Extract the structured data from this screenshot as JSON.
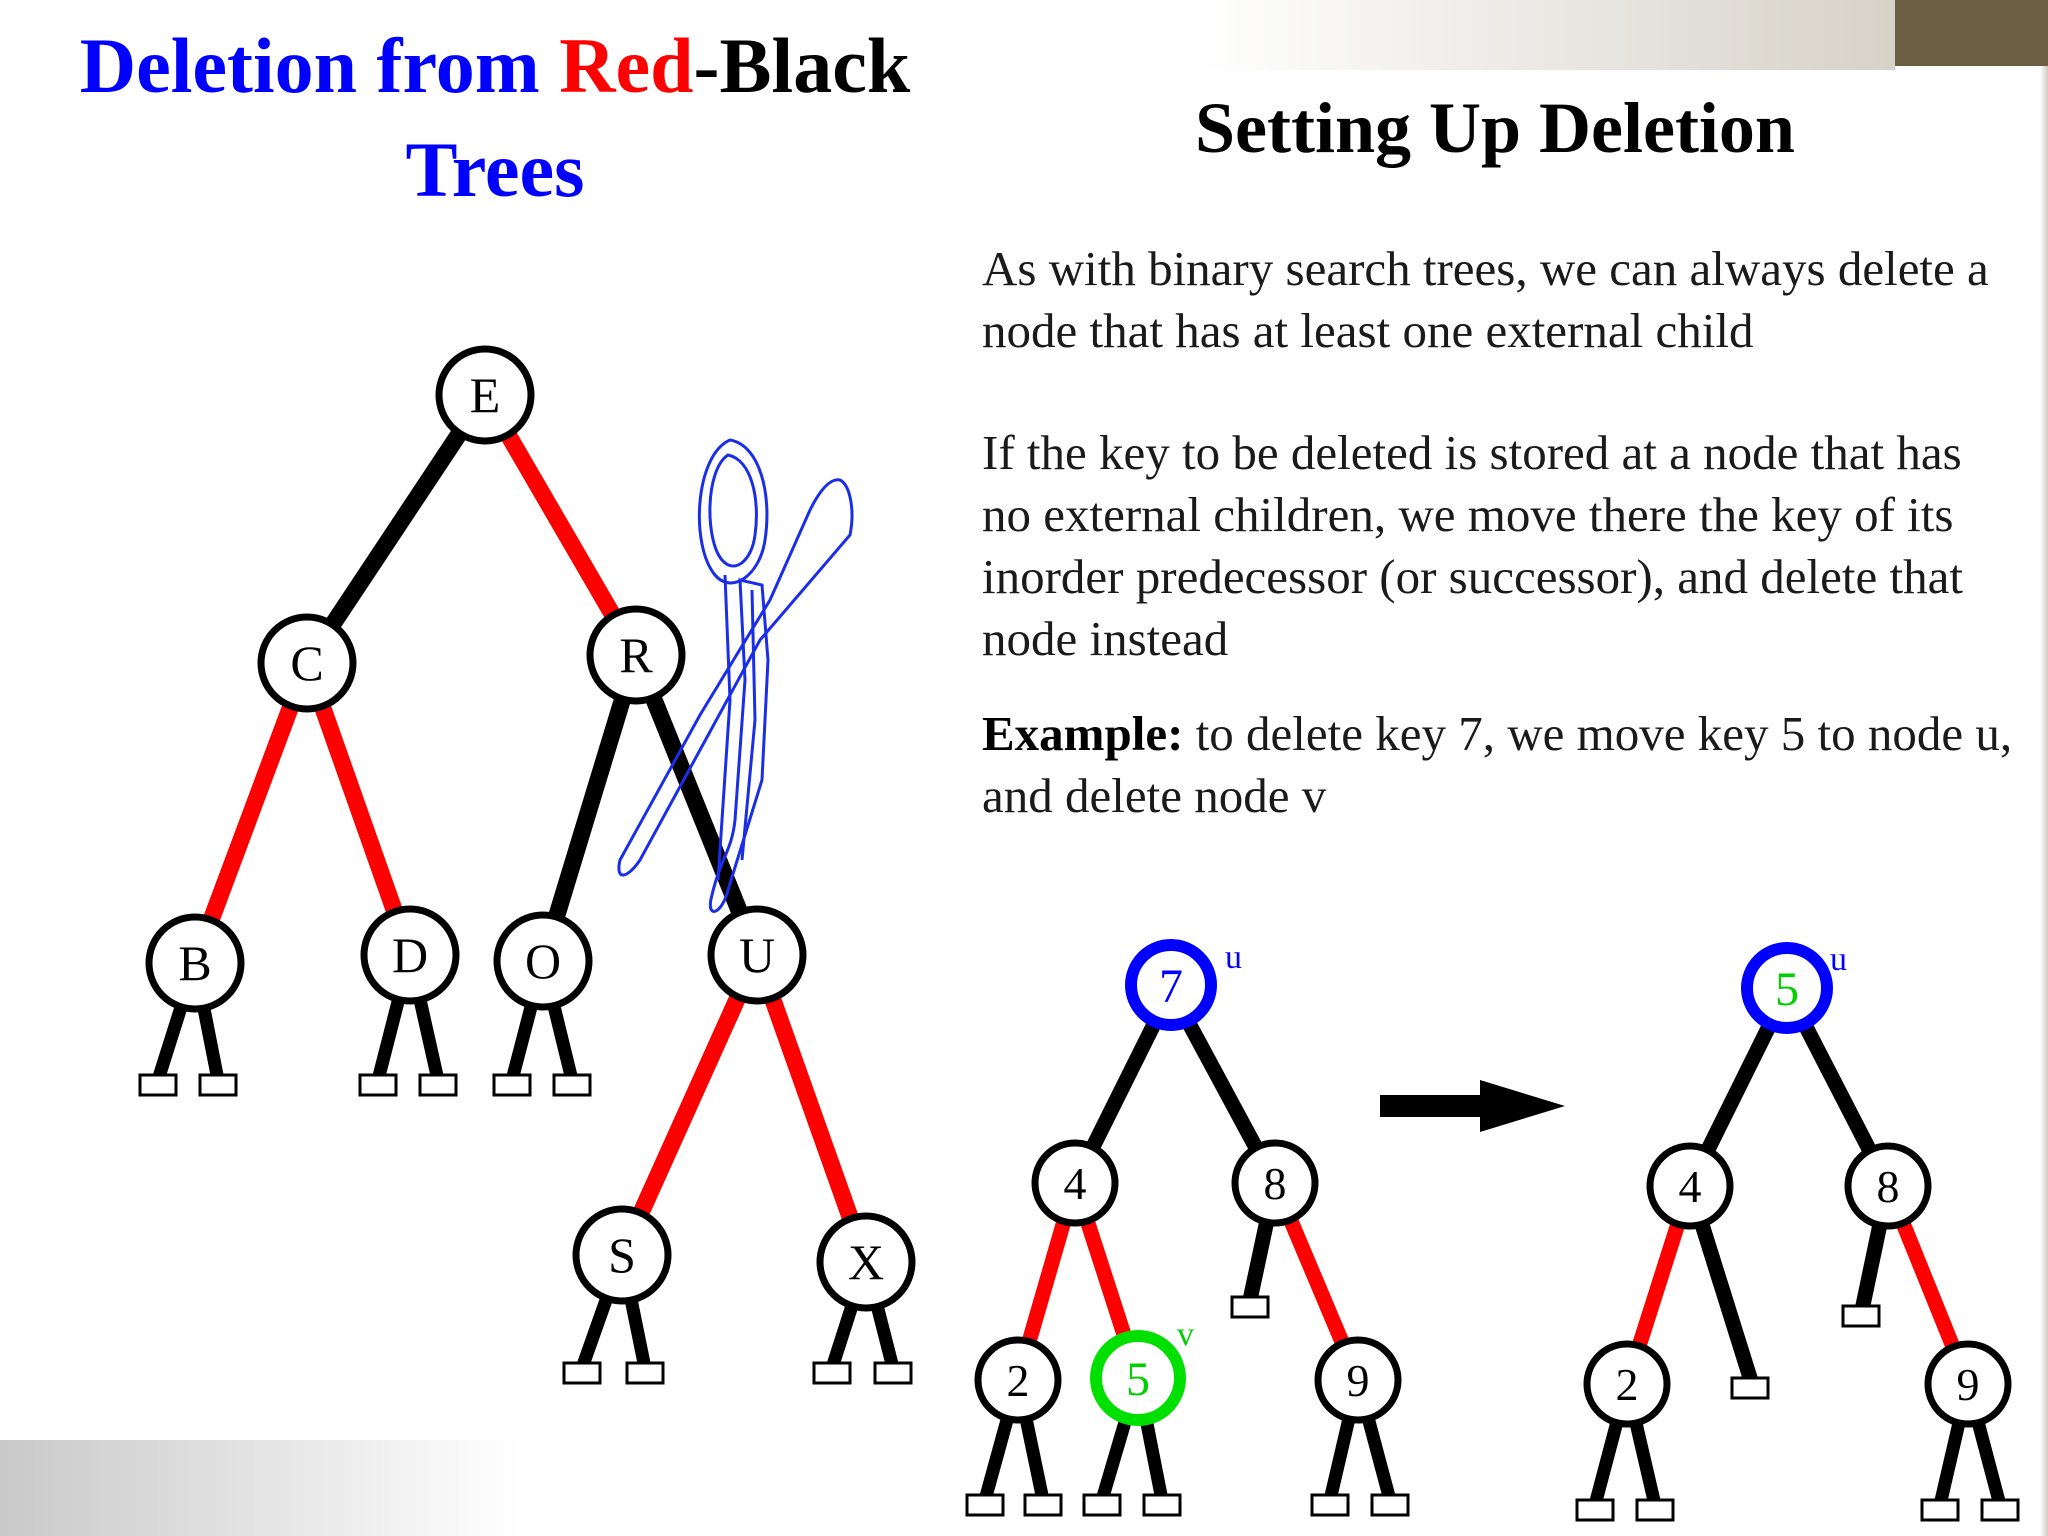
{
  "left_title": {
    "part1": "Deletion from ",
    "part2": "Red",
    "part3": "-Black",
    "part4": "Trees"
  },
  "right_title": "Setting Up Deletion",
  "paragraphs": {
    "p1": "As with binary search trees, we can always delete a node that has at least one external child",
    "p2": "If the key to be deleted is stored at a node that has no external children, we move there the key of its inorder predecessor (or successor), and delete that node instead",
    "p3_bold": "Example:",
    "p3_rest": "  to delete key 7, we move key 5 to node u, and delete node v"
  },
  "colors": {
    "red_edge": "#ff0000",
    "black_edge": "#000000",
    "highlight_blue": "#0000ff",
    "highlight_green": "#00e000"
  },
  "big_tree": {
    "nodes": [
      "E",
      "C",
      "R",
      "B",
      "D",
      "O",
      "U",
      "S",
      "X"
    ]
  },
  "before_tree": {
    "nodes": [
      "7",
      "4",
      "8",
      "2",
      "5",
      "9"
    ],
    "label_u": "u",
    "label_v": "v"
  },
  "after_tree": {
    "nodes": [
      "5",
      "4",
      "8",
      "2",
      "9"
    ],
    "label_u": "u"
  },
  "icons": [
    "scissors-icon",
    "right-arrow-icon"
  ]
}
